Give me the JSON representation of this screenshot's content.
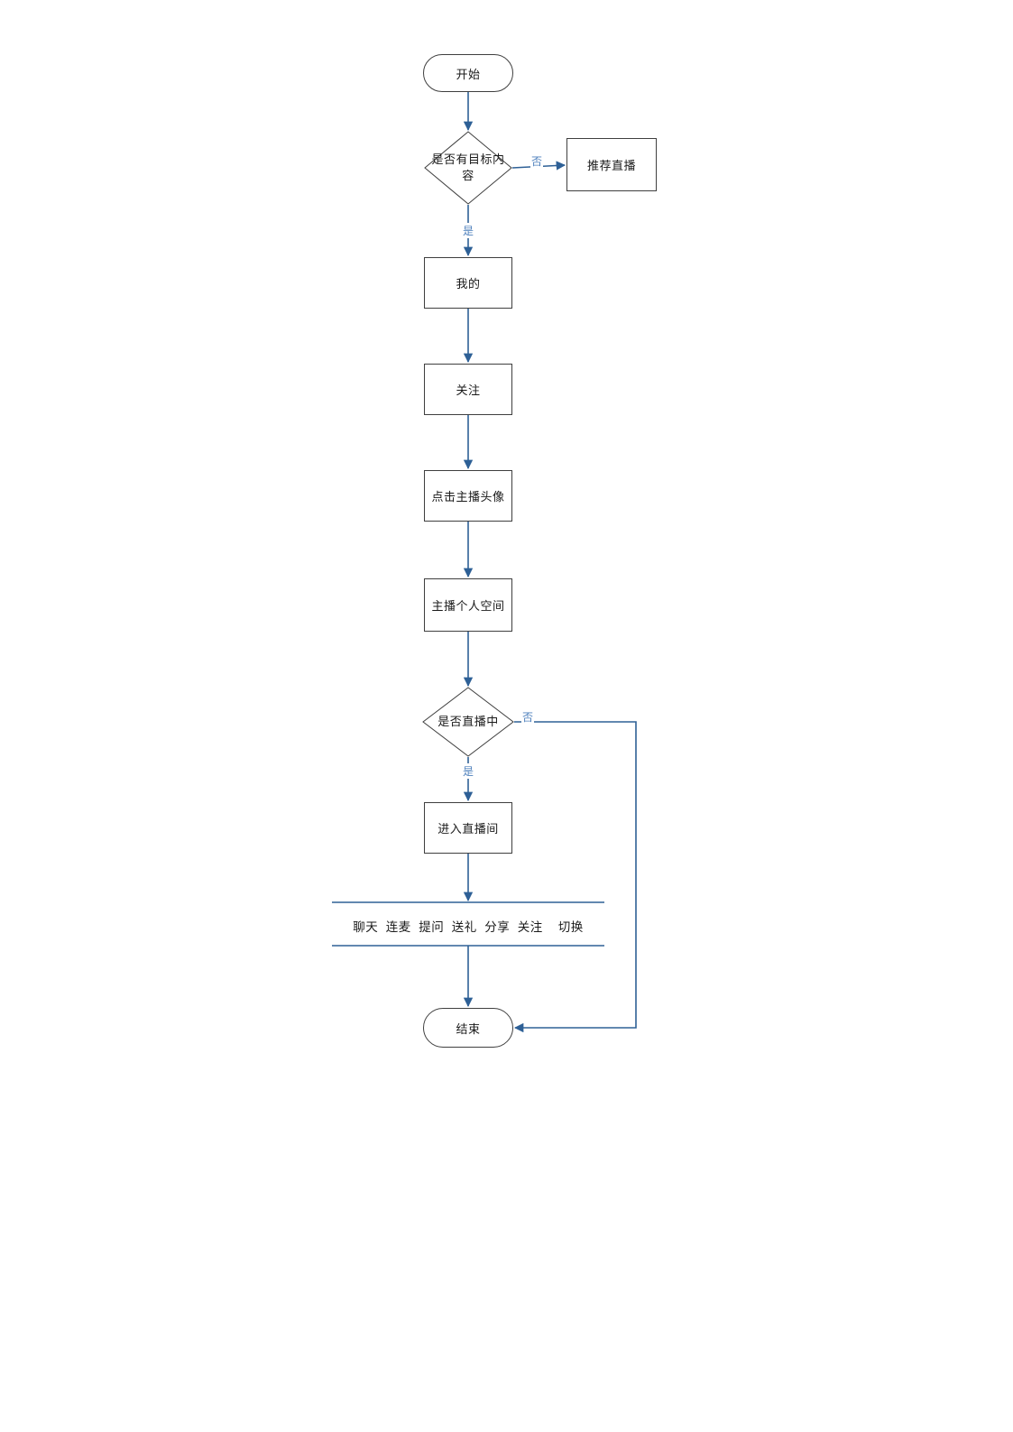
{
  "colors": {
    "connector": "#2e6096",
    "shape_border": "#3f3f3f",
    "edge_label": "#4f81bd",
    "text": "#1a1a1a",
    "background": "#ffffff"
  },
  "nodes": {
    "start": {
      "label": "开始"
    },
    "decision_target": {
      "label": "是否有目标内容"
    },
    "recommend": {
      "label": "推荐直播"
    },
    "mine": {
      "label": "我的"
    },
    "follow": {
      "label": "关注"
    },
    "click_avatar": {
      "label": "点击主播头像"
    },
    "anchor_space": {
      "label": "主播个人空间"
    },
    "decision_live": {
      "label": "是否直播中"
    },
    "enter_room": {
      "label": "进入直播间"
    },
    "room_actions": {
      "label": "聊天  连麦  提问  送礼  分享  关注    切换"
    },
    "end": {
      "label": "结束"
    }
  },
  "edges": {
    "target_no": "否",
    "target_yes": "是",
    "live_no": "否",
    "live_yes": "是"
  }
}
